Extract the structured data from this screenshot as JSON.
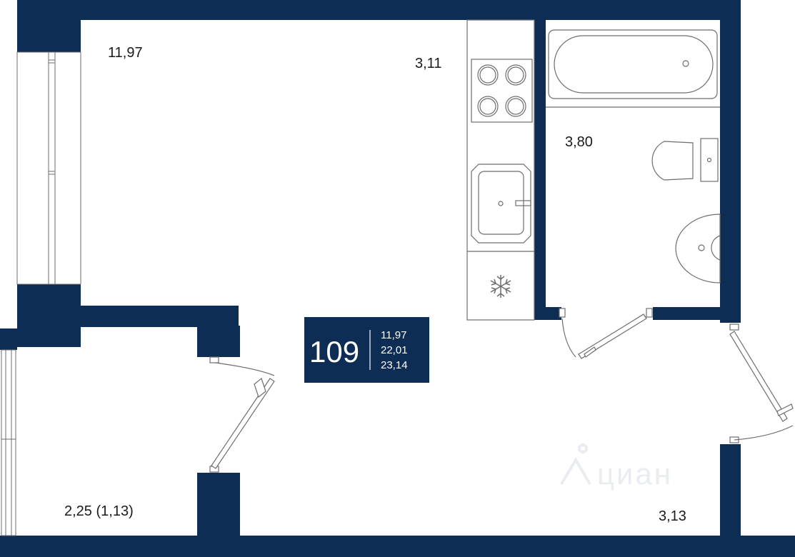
{
  "colors": {
    "wall": "#0d2d55",
    "fixture_stroke": "#6e6e6e",
    "background": "#ffffff",
    "label_text": "#1b1b1b"
  },
  "rooms": {
    "living_room_area": "11,97",
    "kitchen_area": "3,11",
    "bathroom_area": "3,80",
    "balcony_area": "2,25 (1,13)",
    "hallway_area": "3,13"
  },
  "badge": {
    "apartment_number": "109",
    "living_area": "11,97",
    "usable_area": "22,01",
    "total_area": "23,14"
  },
  "watermark": {
    "text": "циан"
  },
  "icons": {
    "fridge": "snowflake-icon",
    "stove": "cooktop-icon",
    "sink": "kitchen-sink-icon",
    "bathtub": "bathtub-icon",
    "toilet": "toilet-icon",
    "washbasin": "washbasin-icon"
  }
}
